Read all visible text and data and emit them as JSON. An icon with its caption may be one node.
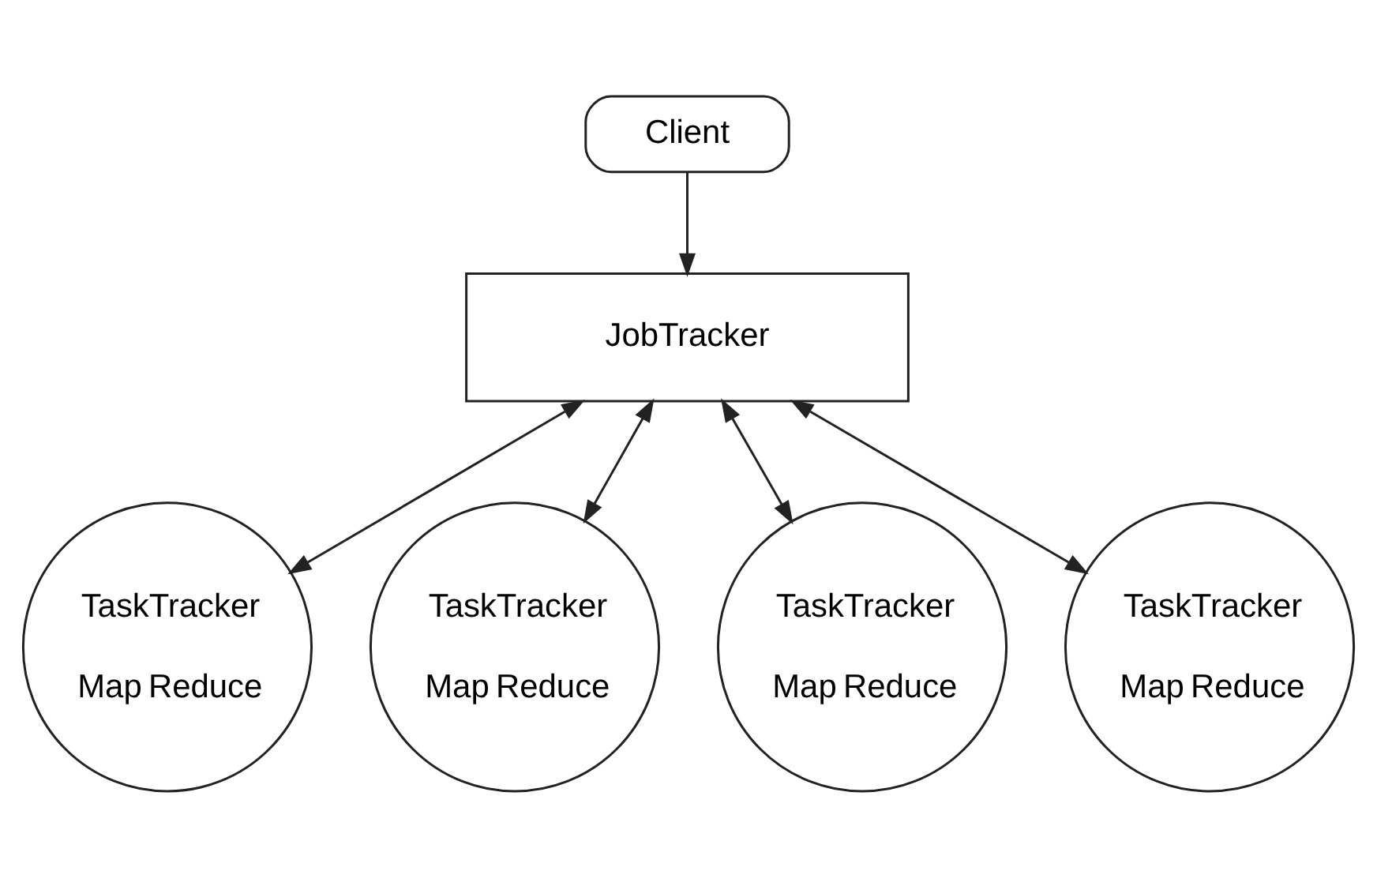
{
  "diagram": {
    "nodes": [
      {
        "text": [
          "Client"
        ]
      },
      {
        "text": [
          "JobTracker"
        ]
      },
      {
        "text": [
          "TaskTracker",
          "Map",
          "Reduce"
        ]
      },
      {
        "text": [
          "TaskTracker",
          "Map",
          "Reduce"
        ]
      },
      {
        "text": [
          "TaskTracker",
          "Map",
          "Reduce"
        ]
      },
      {
        "text": [
          "TaskTracker",
          "Map",
          "Reduce"
        ]
      }
    ],
    "edges": [
      {
        "from": 0,
        "to": 1,
        "arrow": "to"
      },
      {
        "from": 1,
        "to": 2,
        "arrow": "both"
      },
      {
        "from": 1,
        "to": 3,
        "arrow": "both"
      },
      {
        "from": 1,
        "to": 4,
        "arrow": "both"
      },
      {
        "from": 1,
        "to": 5,
        "arrow": "both"
      }
    ]
  }
}
